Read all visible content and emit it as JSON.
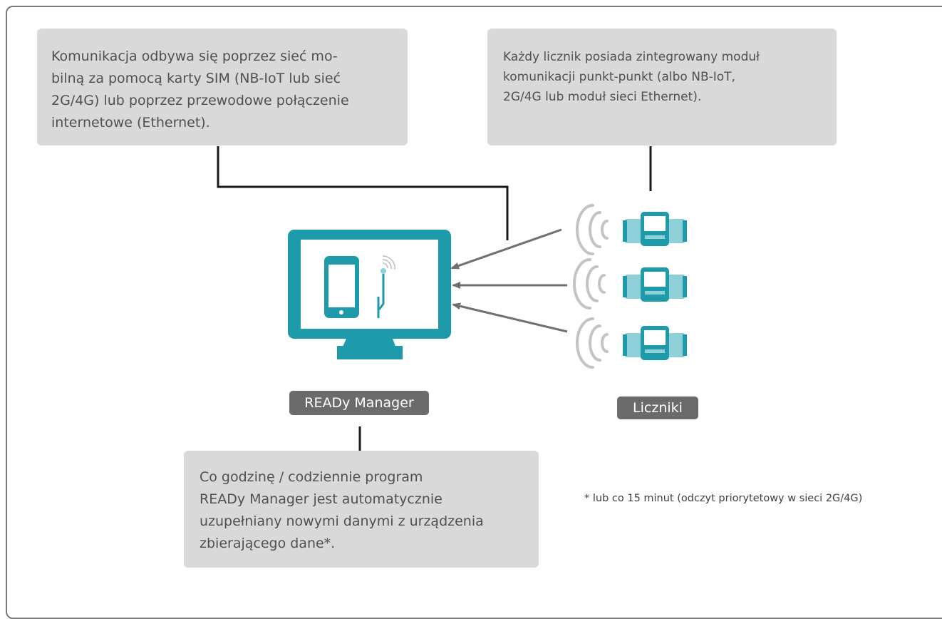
{
  "boxes": {
    "left_lines": [
      "Komunikacja odbywa się poprzez sieć mo-",
      "bilną za pomocą karty SIM (NB-IoT lub sieć",
      "2G/4G) lub poprzez przewodowe połączenie",
      "internetowe (Ethernet)."
    ],
    "right_lines": [
      "Każdy licznik posiada zintegrowany moduł",
      "komunikacji punkt-punkt (albo NB-IoT,",
      "2G/4G lub moduł sieci Ethernet)."
    ],
    "bottom_lines": [
      "Co godzinę / codziennie program",
      "READy Manager jest automatycznie",
      "uzupełniany nowymi danymi z urządzenia",
      "zbierającego dane*."
    ]
  },
  "labels": {
    "manager": "READy Manager",
    "meters": "Liczniki"
  },
  "footnote": "* lub co 15 minut (odczyt priorytetowy w sieci 2G/4G)",
  "colors": {
    "teal": "#1e9aab",
    "meter_body": "#8fd0d8",
    "box_grey": "#d9d9d9",
    "tag_grey": "#6b6b6b",
    "wave_grey": "#c4c4c4",
    "arrow_grey": "#707070"
  },
  "icons": [
    "monitor-icon",
    "smartphone-icon",
    "antenna-icon",
    "meter-icon",
    "signal-waves-icon",
    "arrow-icon"
  ]
}
